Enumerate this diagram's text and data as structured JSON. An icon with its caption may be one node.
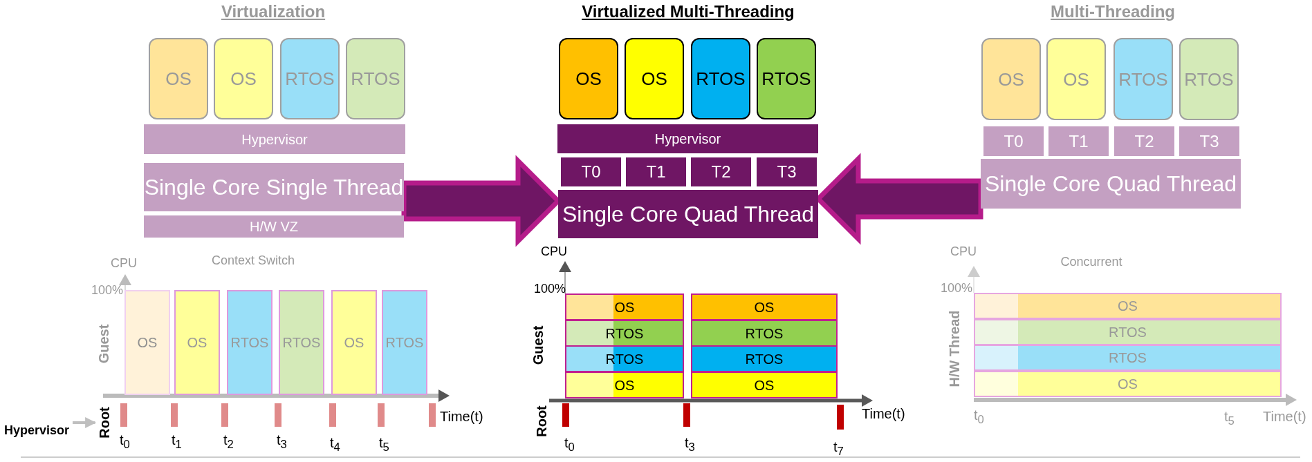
{
  "diagram": {
    "nodes": [
      {
        "text": [
          "OS"
        ]
      },
      {
        "text": [
          "OS"
        ]
      },
      {
        "text": [
          "RTOS"
        ]
      },
      {
        "text": [
          "RTOS"
        ]
      },
      {
        "text": [
          "Hypervisor"
        ]
      },
      {
        "text": [
          "Single Core Single Thread"
        ]
      },
      {
        "text": [
          "H/W VZ"
        ]
      },
      {
        "text": [
          "OS"
        ]
      },
      {
        "text": [
          "OS"
        ]
      },
      {
        "text": [
          "RTOS"
        ]
      },
      {
        "text": [
          "RTOS"
        ]
      },
      {
        "text": [
          "Hypervisor"
        ]
      },
      {
        "text": [
          "T0"
        ]
      },
      {
        "text": [
          "T1"
        ]
      },
      {
        "text": [
          "T2"
        ]
      },
      {
        "text": [
          "T3"
        ]
      },
      {
        "text": [
          "Single Core Quad Thread"
        ]
      },
      {
        "text": [
          "OS"
        ]
      },
      {
        "text": [
          "OS"
        ]
      },
      {
        "text": [
          "RTOS"
        ]
      },
      {
        "text": [
          "RTOS"
        ]
      },
      {
        "text": [
          "T0"
        ]
      },
      {
        "text": [
          "T1"
        ]
      },
      {
        "text": [
          "T2"
        ]
      },
      {
        "text": [
          "T3"
        ]
      },
      {
        "text": [
          "Single Core Quad Thread"
        ]
      },
      {
        "text": [
          "OS"
        ]
      },
      {
        "text": [
          "OS"
        ]
      },
      {
        "text": [
          "RTOS"
        ]
      },
      {
        "text": [
          "RTOS"
        ]
      },
      {
        "text": [
          "OS"
        ]
      },
      {
        "text": [
          "RTOS"
        ]
      },
      {
        "text": [
          "Hypervisor"
        ]
      },
      {
        "text": [
          "OS"
        ]
      },
      {
        "text": [
          "RTOS"
        ]
      },
      {
        "text": [
          "RTOS"
        ]
      },
      {
        "text": [
          "OS"
        ]
      },
      {
        "text": [
          "OS"
        ]
      },
      {
        "text": [
          "RTOS"
        ]
      },
      {
        "text": [
          "RTOS"
        ]
      },
      {
        "text": [
          "OS"
        ]
      },
      {
        "text": [
          "OS"
        ]
      },
      {
        "text": [
          "RTOS"
        ]
      },
      {
        "text": [
          "RTOS"
        ]
      },
      {
        "text": [
          "OS"
        ]
      },
      {
        "text": [
          "Root"
        ]
      }
    ],
    "edges": [
      {
        "from": 5,
        "to": 16,
        "arrow": "to",
        "style": "thick"
      },
      {
        "from": 25,
        "to": 16,
        "arrow": "to",
        "style": "thick"
      },
      {
        "from": 32,
        "to": 45,
        "arrow": "to",
        "color": "#bfbfbf"
      }
    ],
    "labels": [
      "Virtualization",
      "Virtualized Multi-Threading",
      "Multi-Threading",
      "CPU",
      "Context Switch",
      "100%",
      "Guest",
      "Time(t)",
      "t$_{0}$",
      "t$_{1}$",
      "t$_{2}$",
      "t$_{3}$",
      "t$_{4}$",
      "t$_{5}$",
      "CPU",
      "100%",
      "Guest",
      "Root",
      "Time(t)",
      "t$_{0}$",
      "t$_{3}$",
      "t$_{7}$",
      "CPU",
      "Concurrent",
      "100%",
      "H/W Thread",
      "t$_{0}$",
      "t$_{5}$",
      "Time(t)"
    ]
  }
}
